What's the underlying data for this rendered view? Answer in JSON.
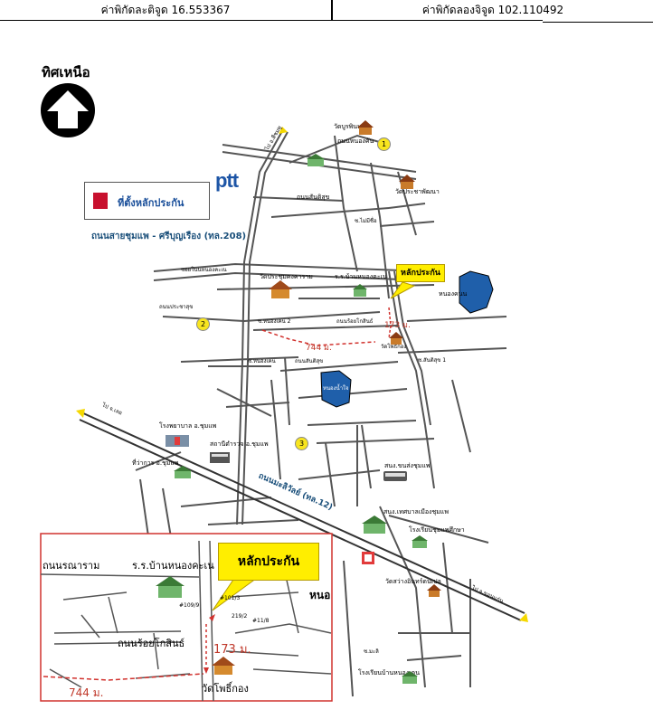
{
  "coordinates": {
    "latitude_label": "ค่าพิกัดละติจูด 16.553367",
    "longitude_label": "ค่าพิกัดลองจิจูด 102.110492"
  },
  "north": {
    "label": "ทิศเหนือ"
  },
  "legend": {
    "label": "ที่ตั้งหลักประกัน",
    "swatch_color": "#c8102e"
  },
  "brand": {
    "logo_text": "ptt"
  },
  "main_map": {
    "highway_208": "ถนนสายชุมแพ - ศรีบุญเรือง (ทล.208)",
    "callout": "หลักประกัน",
    "distance_near": "173 ม.",
    "distance_far": "744 ม.",
    "places": {
      "wat_top": "วัดบูรพินทร์",
      "road_chumphon": "ถนนหนองคัน",
      "road_to_sribunrueang": "ไป อ.สีชมพู",
      "road_khon_kaen": "ถนนสันติสุข",
      "wat_prachapattana": "วัดประชาพัฒนา",
      "wat_prachumkongkaram": "วัดประชุมคงคาราม",
      "school_ban_nongkhene": "ร.ร.บ้านหนองคะเน",
      "pond_right": "หนองคนน",
      "road_soi_nongkhene": "ซอยโนนหนองคะเน",
      "road_phrachasuk": "ถนนประชาสุข",
      "road_nongkhene2": "ซ.หนองเคน 2",
      "road_suanphaktrakul": "ถนนร้อยโกสินธ์",
      "road_nongkhene": "ซ.หนองเคน",
      "road_santisuk": "ถนนสันติสุข",
      "road_santisuk1": "ซ.สันติสุข 1",
      "pond_center": "หนองน้ำใจ",
      "hospital": "โรงพยาบาล อ.ชุมแพ",
      "police": "สถานีตำรวจ อ.ชุมแพ",
      "district_office": "ที่ว่าการ อ.ชุมแพ",
      "road_to_loei": "ไป จ.เลย",
      "highway_12": "ถนนมะลิวัลย์ (ทล.12)",
      "bus_station": "สนง.ขนส่งชุมแพ",
      "municipal_office": "สนง.เทศบาลเมืองชุมแพ",
      "school_chumphae": "โรงเรียนชุมแพศึกษา",
      "wat_sawang": "วัดสว่างอินทร์ดนเปล",
      "road_to_khonkaen": "ไป จ.ขอนแก่น",
      "school_ban_nongkhene2": "โรงเรียนบ้านหนองเคน",
      "road_mali": "ซ.มะลิ",
      "road_lai": "ซ.ไม่มีชื่อ",
      "wat_pho_kongkha": "วัดโพธิ์กอง"
    },
    "markers": [
      "1",
      "2",
      "3"
    ]
  },
  "inset": {
    "callout": "หลักประกัน",
    "road_left": "ถนนรณาราม",
    "school": "ร.ร.บ้านหนองคะเน",
    "road_main": "ถนนร้อยโกสินธ์",
    "distance_near": "173 ม.",
    "distance_far": "744 ม.",
    "temple": "วัดโพธิ์กอง",
    "edge_label": "หนอ",
    "house_numbers": [
      "#101/3",
      "#109/9",
      "219/2",
      "#11/8"
    ]
  }
}
